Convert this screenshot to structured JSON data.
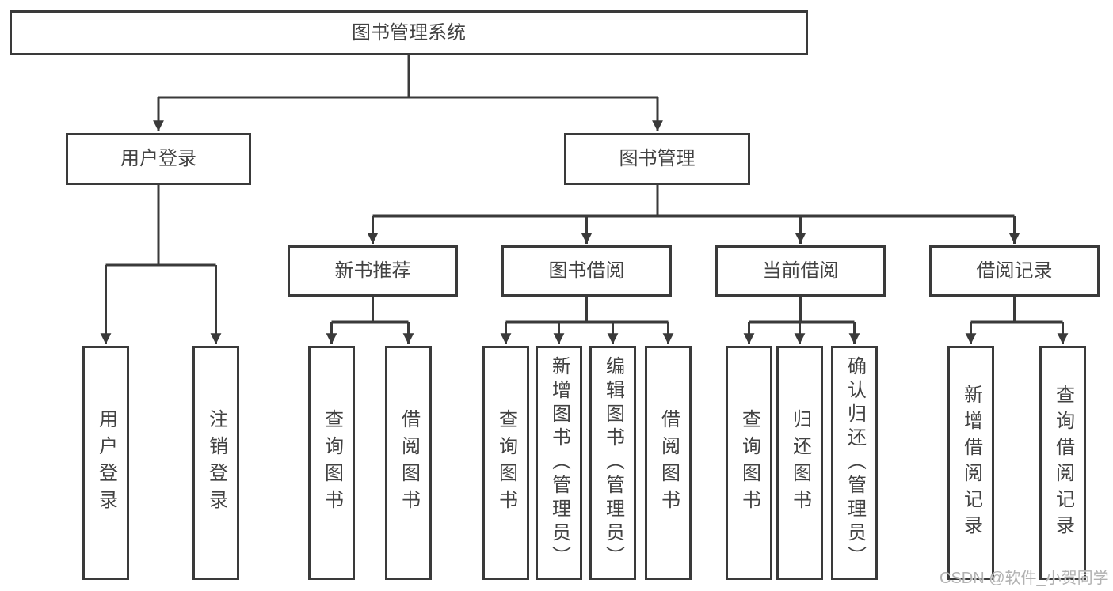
{
  "diagram": {
    "root": {
      "label": "图书管理系统"
    },
    "branches": [
      {
        "label": "用户登录",
        "children": [
          {
            "label": "用户登录"
          },
          {
            "label": "注销登录"
          }
        ]
      },
      {
        "label": "图书管理",
        "children": [
          {
            "label": "新书推荐",
            "children": [
              {
                "label": "查询图书"
              },
              {
                "label": "借阅图书"
              }
            ]
          },
          {
            "label": "图书借阅",
            "children": [
              {
                "label": "查询图书"
              },
              {
                "label": "新增图书（管理员）"
              },
              {
                "label": "编辑图书（管理员）"
              },
              {
                "label": "借阅图书"
              }
            ]
          },
          {
            "label": "当前借阅",
            "children": [
              {
                "label": "查询图书"
              },
              {
                "label": "归还图书"
              },
              {
                "label": "确认归还（管理员）"
              }
            ]
          },
          {
            "label": "借阅记录",
            "children": [
              {
                "label": "新增借阅记录"
              },
              {
                "label": "查询借阅记录"
              }
            ]
          }
        ]
      }
    ]
  },
  "watermark": {
    "text": "CSDN @软件_小贺同学"
  },
  "colors": {
    "line": "#3a3a3a",
    "text": "#424242",
    "watermark": "#b2b2b2",
    "background": "#ffffff"
  }
}
